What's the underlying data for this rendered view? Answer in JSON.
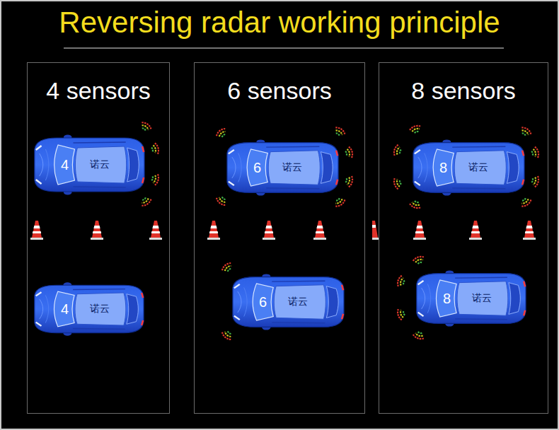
{
  "diagram": {
    "title": "Reversing radar working principle",
    "nodes": [
      {
        "text": [
          "4 sensors"
        ]
      },
      {
        "text": [
          "4",
          "诺云"
        ],
        "in": 0
      },
      {
        "text": [
          "4",
          "诺云"
        ],
        "in": 0
      },
      {
        "text": [
          "6 sensors"
        ]
      },
      {
        "text": [
          "6",
          "诺云"
        ],
        "in": 3
      },
      {
        "text": [
          "6",
          "诺云"
        ],
        "in": 3
      },
      {
        "text": [
          "8 sensors"
        ]
      },
      {
        "text": [
          "8",
          "诺云"
        ],
        "in": 6
      },
      {
        "text": [
          "8",
          "诺云"
        ],
        "in": 6
      }
    ]
  }
}
